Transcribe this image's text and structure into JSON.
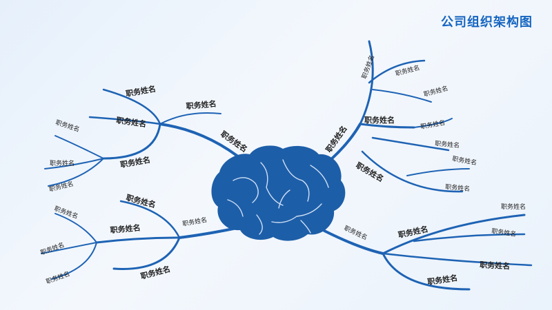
{
  "title": "公司组织架构图",
  "colors": {
    "accent": "#1565c0",
    "branch": "#1e63b4",
    "brain": "#1d5ea8"
  },
  "labels": {
    "l01": "职务姓名",
    "l02": "职务姓名",
    "l03": "职务姓名",
    "l04": "职务姓名",
    "l05": "职务姓名",
    "l06": "职务姓名",
    "l07": "职务姓名",
    "l08": "职务姓名",
    "l09": "职务姓名",
    "l10": "职务姓名",
    "l11": "职务姓名",
    "l12": "职务姓名",
    "l13": "职务姓名",
    "l14": "职务姓名",
    "l15": "职务姓名",
    "l16": "职务姓名",
    "l17": "职务姓名",
    "l18": "职务姓名",
    "l19": "职务姓名",
    "l20": "职务姓名",
    "l21": "职务姓名",
    "l22": "职务姓名",
    "l23": "职务姓名",
    "l24": "职务姓名",
    "l25": "职务姓名",
    "l26": "职务姓名",
    "l27": "职务姓名",
    "l28": "职务姓名",
    "l29": "职务姓名",
    "l30": "职务姓名",
    "l31": "职务姓名"
  }
}
